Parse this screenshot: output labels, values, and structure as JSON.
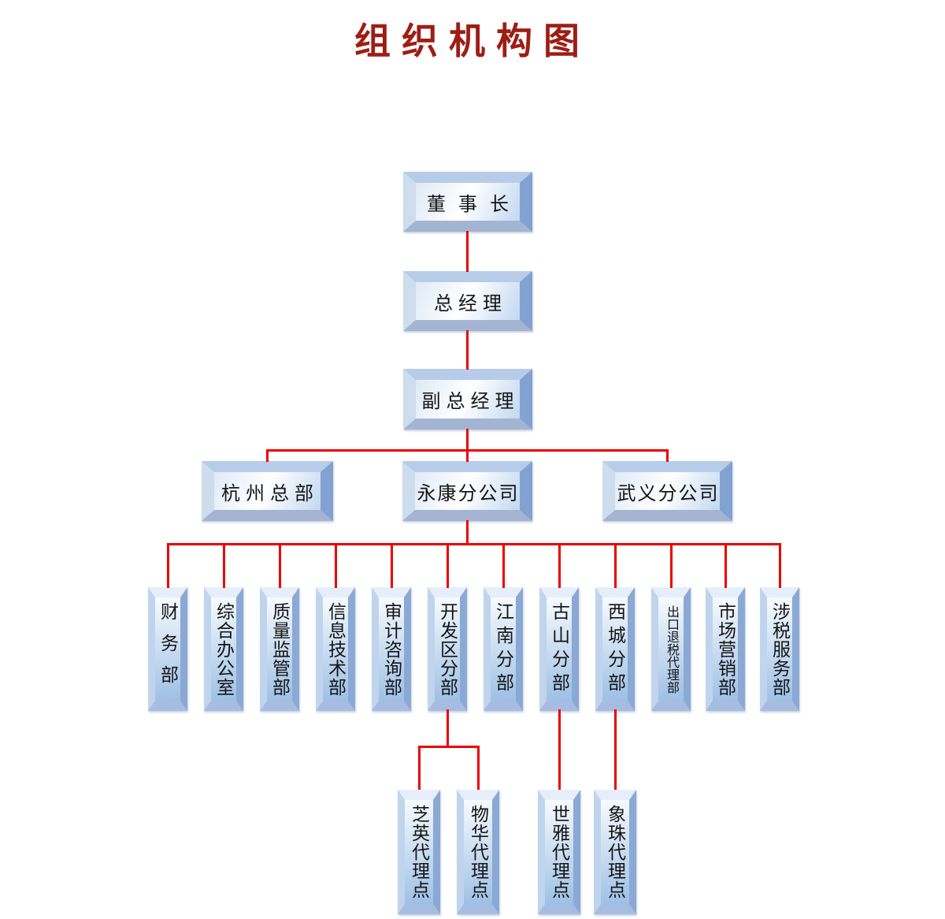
{
  "title": "组织机构图",
  "colors": {
    "connector": "#ec0000",
    "title": "#9e1d15",
    "box_fill_light": "#ffffff",
    "box_fill_blue": "#9cbfe5"
  },
  "nodes": {
    "chairman": "董事长",
    "general_manager": "总经理",
    "deputy_general_manager": "副总经理",
    "branches": [
      {
        "label": "杭州总部"
      },
      {
        "label": "永康分公司"
      },
      {
        "label": "武义分公司"
      }
    ],
    "departments": [
      {
        "label": "财务部"
      },
      {
        "label": "综合办公室"
      },
      {
        "label": "质量监管部"
      },
      {
        "label": "信息技术部"
      },
      {
        "label": "审计咨询部"
      },
      {
        "label": "开发区分部"
      },
      {
        "label": "江南分部"
      },
      {
        "label": "古山分部"
      },
      {
        "label": "西城分部"
      },
      {
        "label": "出口退税代理部"
      },
      {
        "label": "市场营销部"
      },
      {
        "label": "涉税服务部"
      }
    ],
    "agencies": [
      {
        "label": "芝英代理点"
      },
      {
        "label": "物华代理点"
      },
      {
        "label": "世雅代理点"
      },
      {
        "label": "象珠代理点"
      }
    ]
  }
}
